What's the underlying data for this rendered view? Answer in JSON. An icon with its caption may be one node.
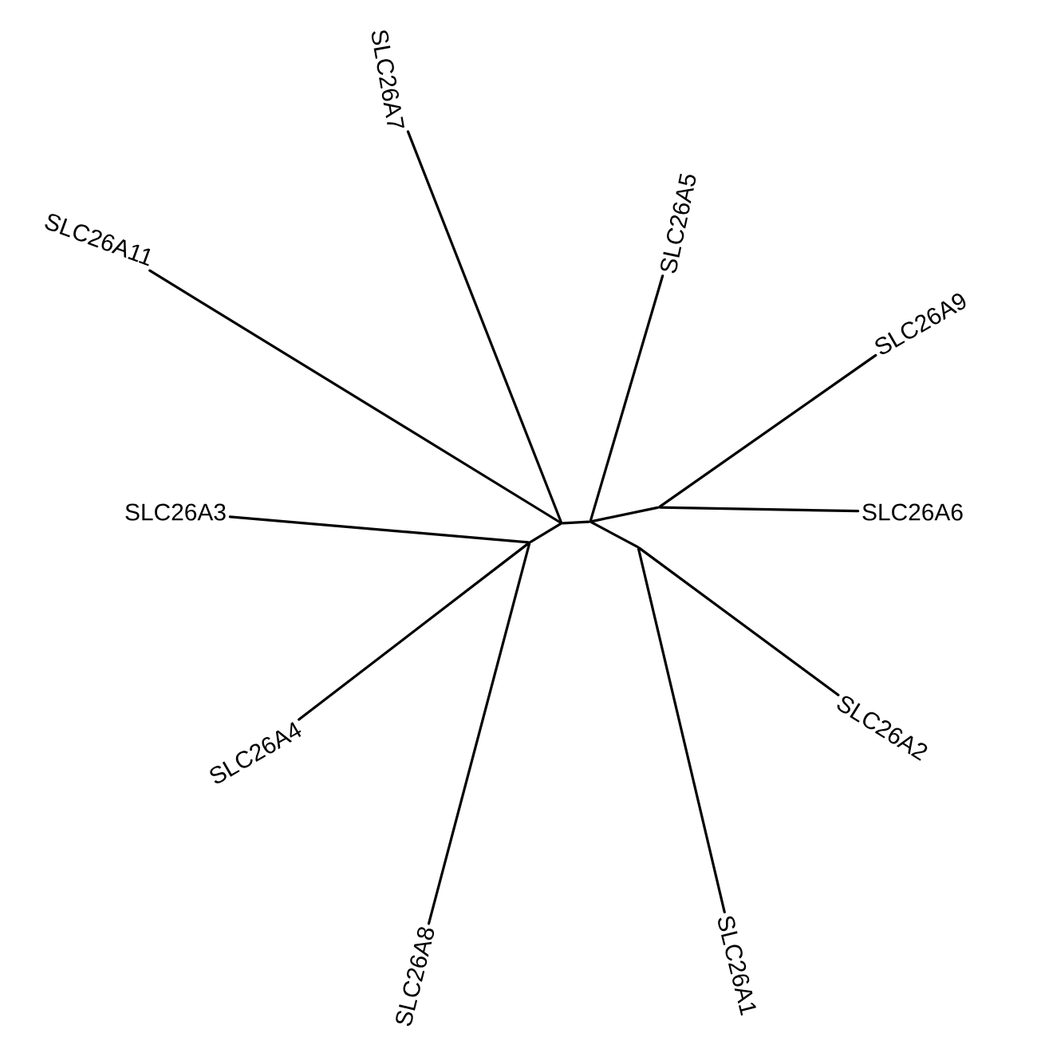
{
  "diagram": {
    "nodes": [
      {
        "text": [
          "SLC26A7"
        ]
      },
      {
        "text": [
          "SLC26A5"
        ]
      },
      {
        "text": [
          "SLC26A11"
        ]
      },
      {
        "text": [
          "SLC26A9"
        ]
      },
      {
        "text": [
          "SLC26A3"
        ]
      },
      {
        "text": [
          "SLC26A6"
        ]
      },
      {
        "text": [
          "SLC26A4"
        ]
      },
      {
        "text": [
          "SLC26A2"
        ]
      },
      {
        "text": [
          "SLC26A1"
        ]
      },
      {
        "text": [
          "SLC26A8"
        ]
      },
      {
        "text": [],
        "shape": "point"
      },
      {
        "text": [],
        "shape": "point"
      },
      {
        "text": [],
        "shape": "point"
      },
      {
        "text": [],
        "shape": "point"
      },
      {
        "text": [],
        "shape": "point"
      }
    ],
    "edges": [
      {
        "from": 2,
        "to": 10,
        "arrow": "none"
      },
      {
        "from": 0,
        "to": 10,
        "arrow": "none"
      },
      {
        "from": 10,
        "to": 11,
        "arrow": "none"
      },
      {
        "from": 1,
        "to": 11,
        "arrow": "none"
      },
      {
        "from": 13,
        "to": 11,
        "arrow": "none"
      },
      {
        "from": 3,
        "to": 13,
        "arrow": "none"
      },
      {
        "from": 5,
        "to": 13,
        "arrow": "none"
      },
      {
        "from": 11,
        "to": 14,
        "arrow": "none"
      },
      {
        "from": 14,
        "to": 7,
        "arrow": "none"
      },
      {
        "from": 14,
        "to": 8,
        "arrow": "none"
      },
      {
        "from": 10,
        "to": 12,
        "arrow": "none"
      },
      {
        "from": 4,
        "to": 12,
        "arrow": "none"
      },
      {
        "from": 6,
        "to": 12,
        "arrow": "none"
      },
      {
        "from": 9,
        "to": 12,
        "arrow": "none"
      }
    ]
  }
}
